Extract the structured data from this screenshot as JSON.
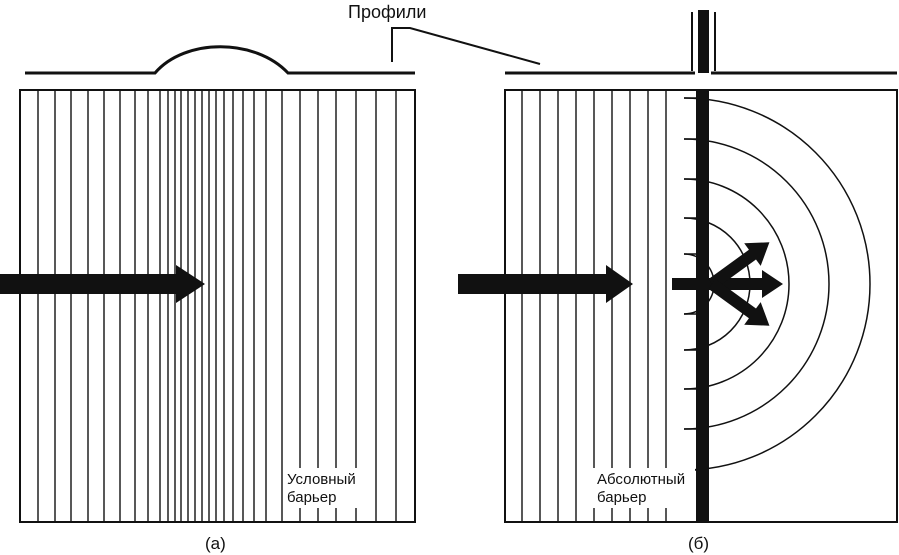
{
  "title": "Профили",
  "panel_a": {
    "caption": "(а)",
    "barrier_label_line1": "Условный",
    "barrier_label_line2": "барьер"
  },
  "panel_b": {
    "caption": "(б)",
    "barrier_label_line1": "Абсолютный",
    "barrier_label_line2": "барьер"
  },
  "colors": {
    "ink": "#111111",
    "paper": "#ffffff"
  }
}
